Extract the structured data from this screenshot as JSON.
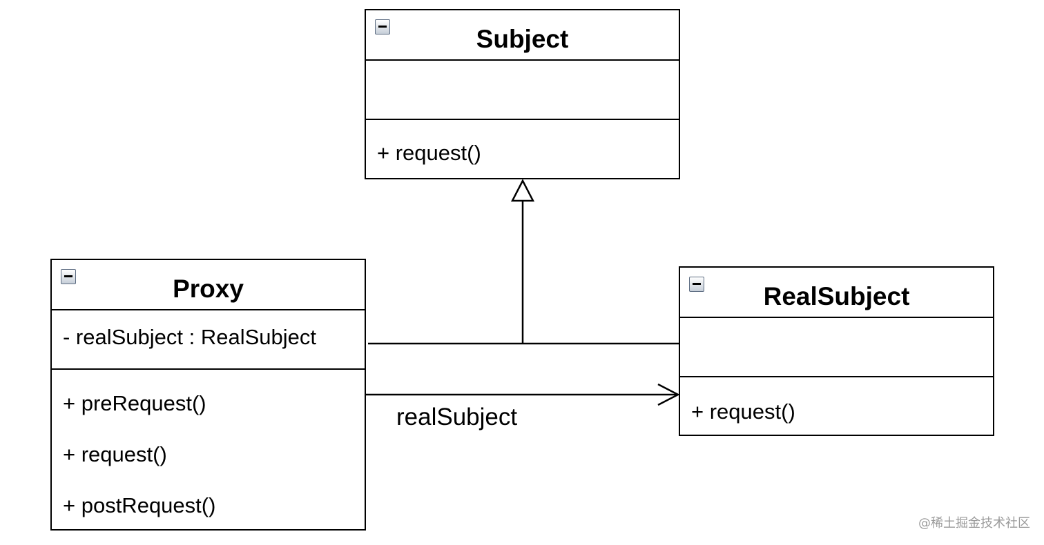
{
  "classes": {
    "subject": {
      "name": "Subject",
      "attributes": [],
      "operations": [
        "+ request()"
      ]
    },
    "proxy": {
      "name": "Proxy",
      "attributes": [
        "- realSubject : RealSubject"
      ],
      "operations": [
        "+ preRequest()",
        "+ request()",
        "+ postRequest()"
      ]
    },
    "realsubject": {
      "name": "RealSubject",
      "attributes": [],
      "operations": [
        "+ request()"
      ]
    }
  },
  "relations": {
    "generalization": {
      "from": [
        "Proxy",
        "RealSubject"
      ],
      "to": "Subject",
      "style": "hollow-triangle"
    },
    "association": {
      "from": "Proxy",
      "to": "RealSubject",
      "label": "realSubject",
      "style": "open-arrow"
    }
  },
  "icons": {
    "collapse": "collapse-minus-icon"
  },
  "watermark": "@稀土掘金技术社区"
}
